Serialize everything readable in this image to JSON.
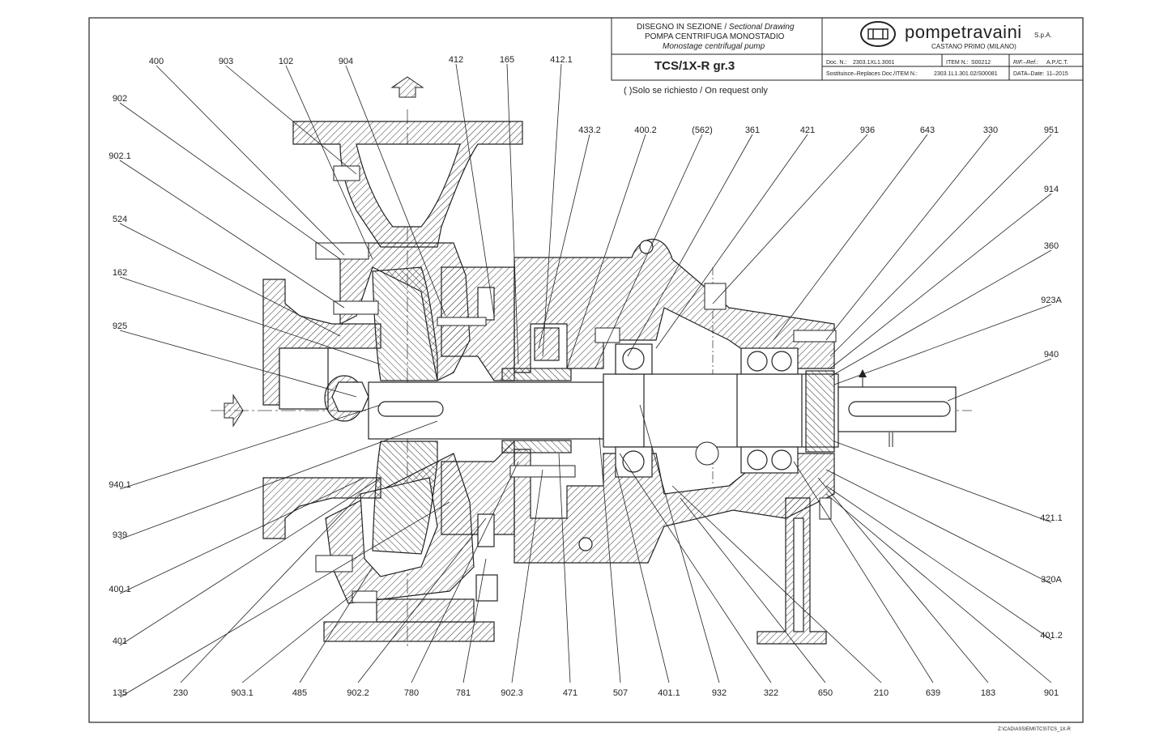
{
  "title_block": {
    "line1_it": "DISEGNO IN SEZIONE",
    "line1_sep": " / ",
    "line1_en": "Sectional Drawing",
    "line2_it": "POMPA CENTRIFUGA MONOSTADIO",
    "line3_en": "Monostage centrifugal pump",
    "model": "TCS/1X-R gr.3",
    "company": "pompetravaini",
    "company_suffix": "S.p.A.",
    "city": "CASTANO PRIMO  (MILANO)",
    "doc_label": "Doc. N.:",
    "doc_value": "2303.1XL1.3001",
    "item_label": "ITEM N.:",
    "item_value": "S00212",
    "rif_label": "RIF.–Ref.:",
    "rif_value": "A.P./C.T.",
    "replaces_label": "Sostituisce–Replaces Doc./ITEM N.:",
    "replaces_value": "2303.1L1.301.02/S00081",
    "date_label": "DATA–Date:",
    "date_value": "11–2015"
  },
  "note": "( )Solo se richiesto / On request only",
  "file_path": "Z:\\CAD\\ASSIEMI\\TCS\\TCS_1X-R",
  "callouts": {
    "top": [
      "400",
      "903",
      "102",
      "904",
      "412",
      "165",
      "412.1",
      "433.2",
      "400.2",
      "(562)",
      "361",
      "421",
      "936",
      "643",
      "330",
      "951"
    ],
    "left": [
      "902",
      "902.1",
      "524",
      "162",
      "925",
      "940.1",
      "939",
      "400.1",
      "401",
      "135"
    ],
    "right": [
      "914",
      "360",
      "923A",
      "940",
      "421.1",
      "320A",
      "401.2"
    ],
    "bottom": [
      "230",
      "903.1",
      "485",
      "902.2",
      "780",
      "781",
      "902.3",
      "471",
      "507",
      "401.1",
      "932",
      "322",
      "650",
      "210",
      "639",
      "183",
      "901"
    ]
  },
  "colors": {
    "ink": "#222222",
    "hatch": "#333333",
    "paper": "#ffffff"
  }
}
